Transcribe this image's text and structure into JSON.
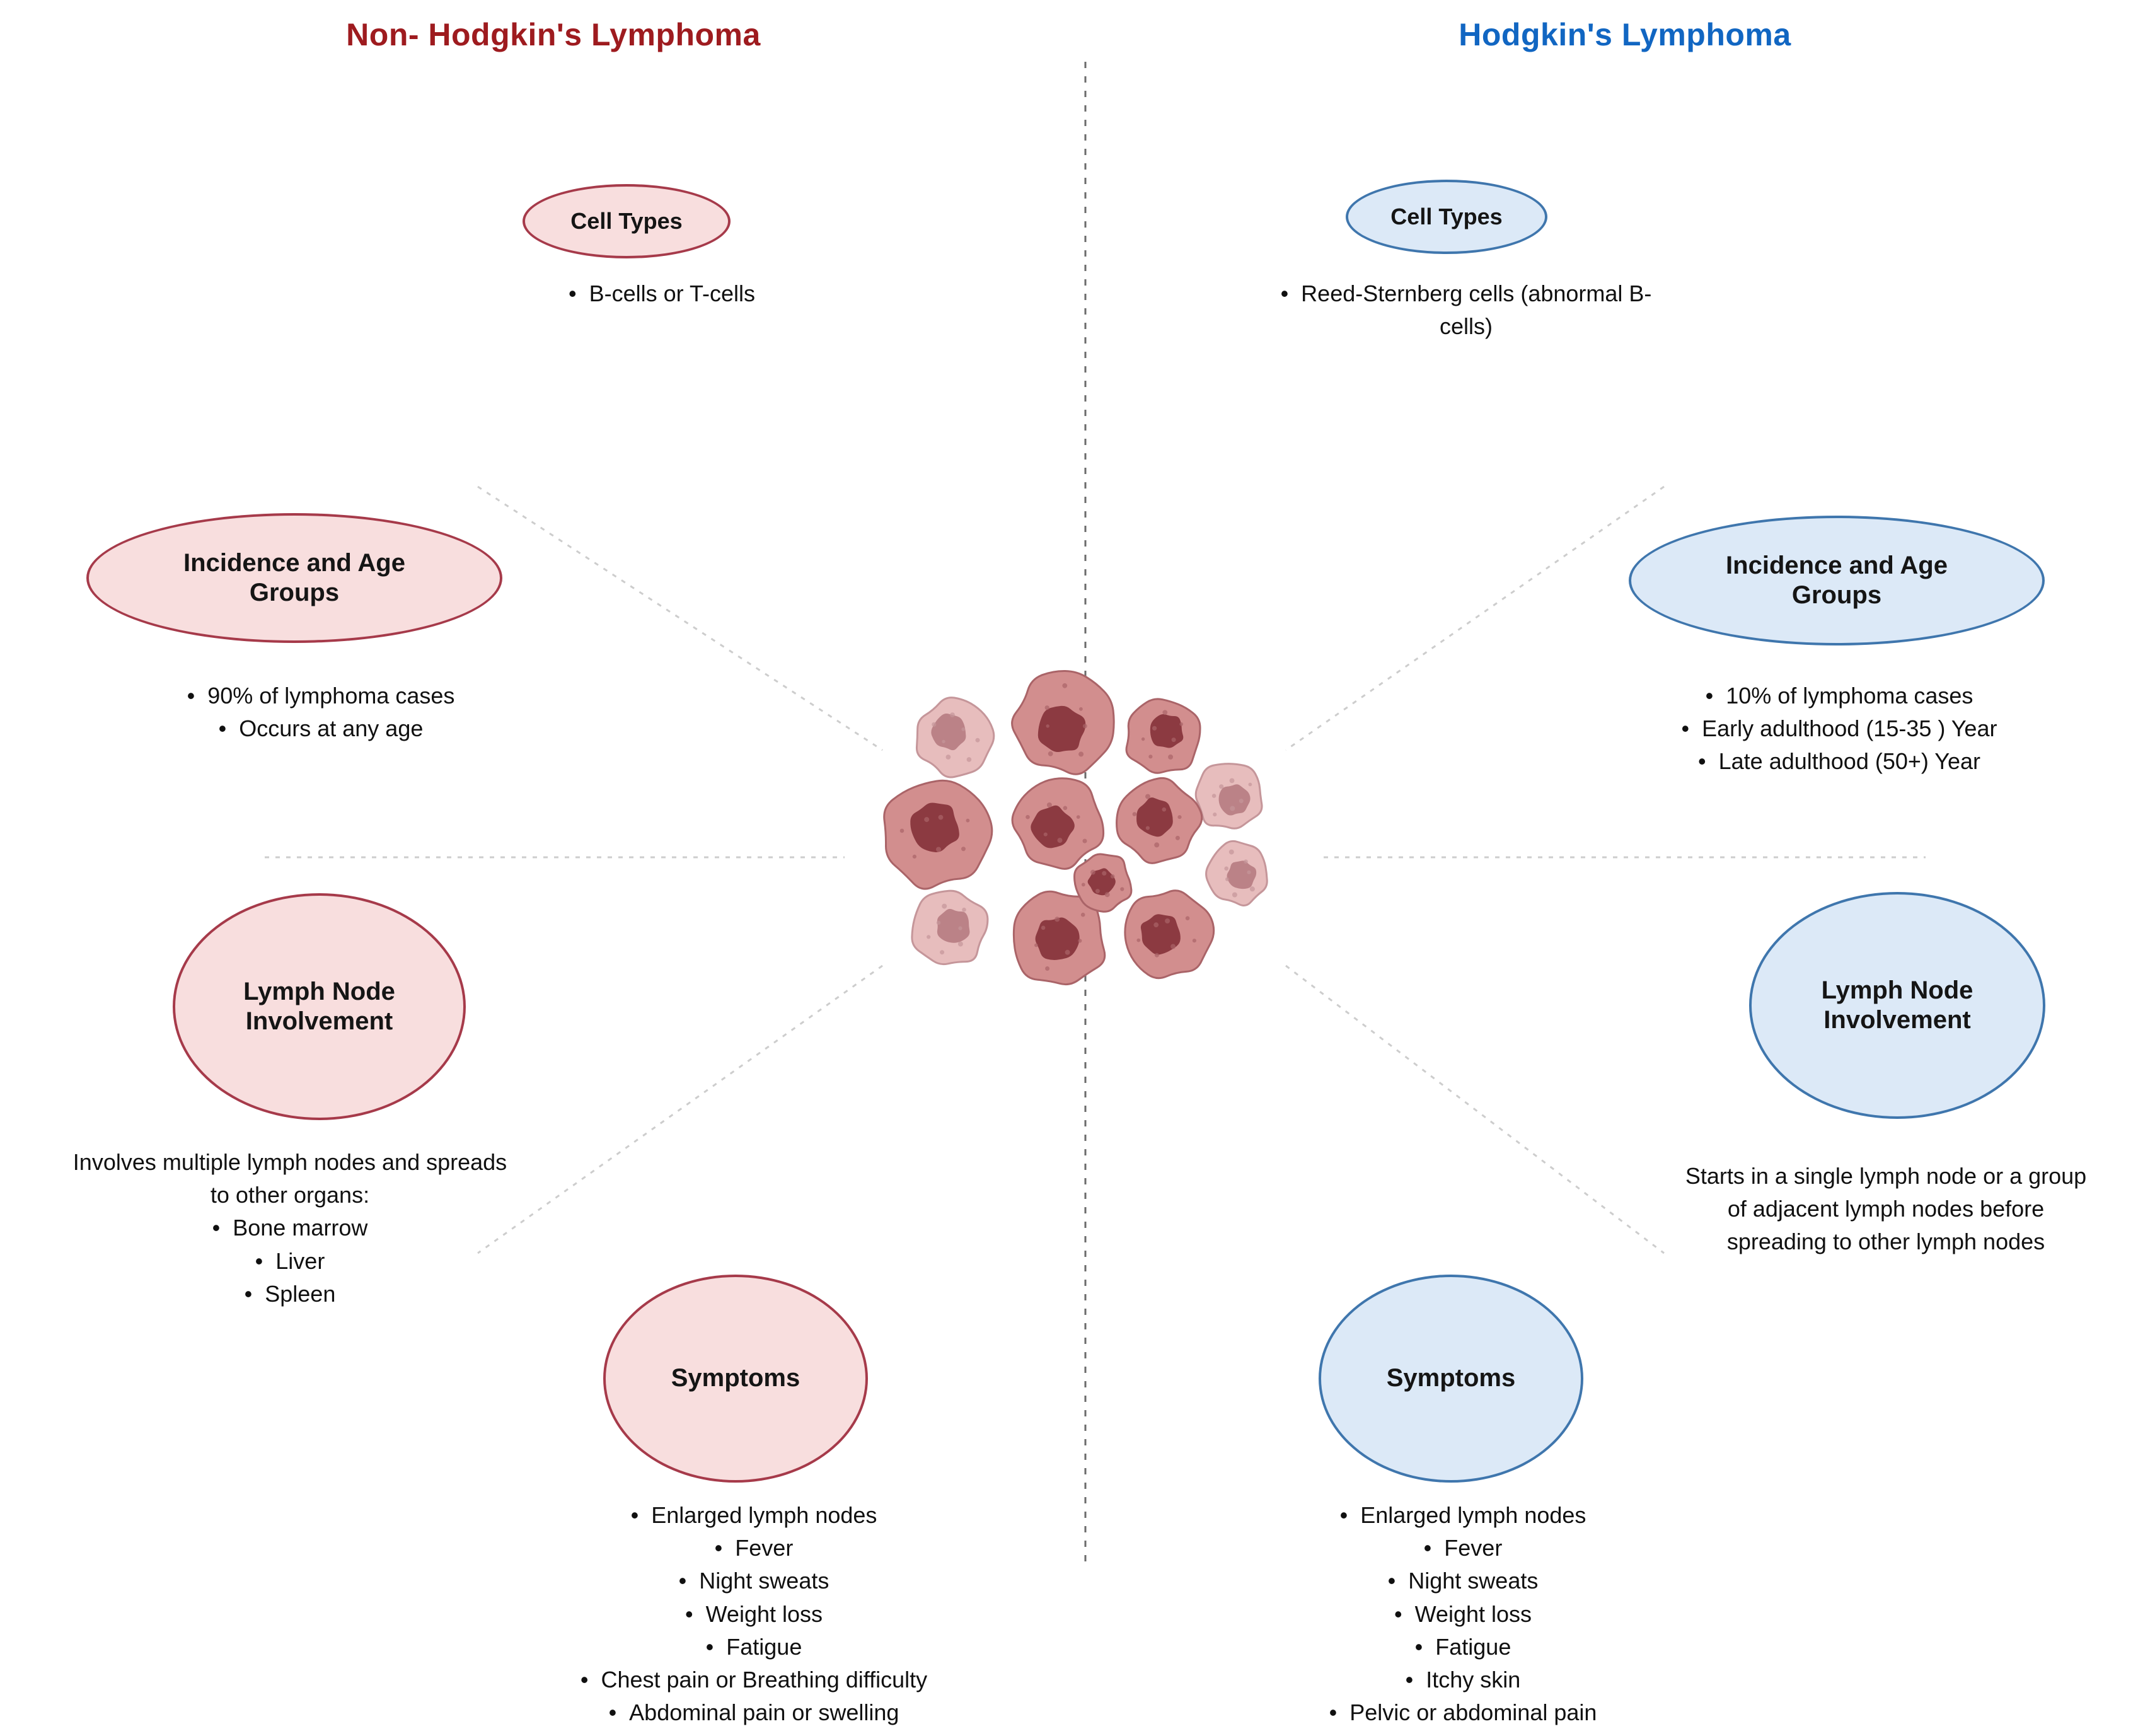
{
  "titles": {
    "left": "Non- Hodgkin's Lymphoma",
    "right": "Hodgkin's Lymphoma"
  },
  "colors": {
    "left_title": "#9e1b1f",
    "right_title": "#1166c2",
    "left_node_fill": "#f8dede",
    "left_node_border": "#a63a4a",
    "right_node_fill": "#dce9f7",
    "right_node_border": "#3f76ad",
    "cell_body": "#d28e8e",
    "cell_nucleus": "#8c3a41"
  },
  "left": {
    "cell_types": {
      "label": "Cell Types",
      "items": [
        "B-cells or T-cells"
      ]
    },
    "incidence": {
      "label": "Incidence and Age Groups",
      "items": [
        "90% of lymphoma cases",
        "Occurs at any age"
      ]
    },
    "lymph_node": {
      "label": "Lymph Node Involvement",
      "intro": "Involves multiple lymph nodes and spreads\nto other organs:",
      "items": [
        "Bone marrow",
        "Liver",
        "Spleen"
      ]
    },
    "symptoms": {
      "label": "Symptoms",
      "items": [
        "Enlarged lymph nodes",
        "Fever",
        "Night sweats",
        "Weight loss",
        "Fatigue",
        "Chest pain or Breathing difficulty",
        "Abdominal pain or swelling"
      ]
    }
  },
  "right": {
    "cell_types": {
      "label": "Cell Types",
      "items": [
        "Reed-Sternberg cells (abnormal B-cells)"
      ]
    },
    "incidence": {
      "label": "Incidence and Age Groups",
      "items": [
        "10% of lymphoma cases",
        "Early adulthood (15-35 ) Year",
        "Late adulthood (50+) Year"
      ]
    },
    "lymph_node": {
      "label": "Lymph Node Involvement",
      "note": "Starts in a single lymph node or a group\nof adjacent lymph nodes before\nspreading to other lymph nodes"
    },
    "symptoms": {
      "label": "Symptoms",
      "items": [
        "Enlarged lymph nodes",
        "Fever",
        "Night sweats",
        "Weight loss",
        "Fatigue",
        "Itchy skin",
        "Pelvic or abdominal pain"
      ]
    }
  }
}
